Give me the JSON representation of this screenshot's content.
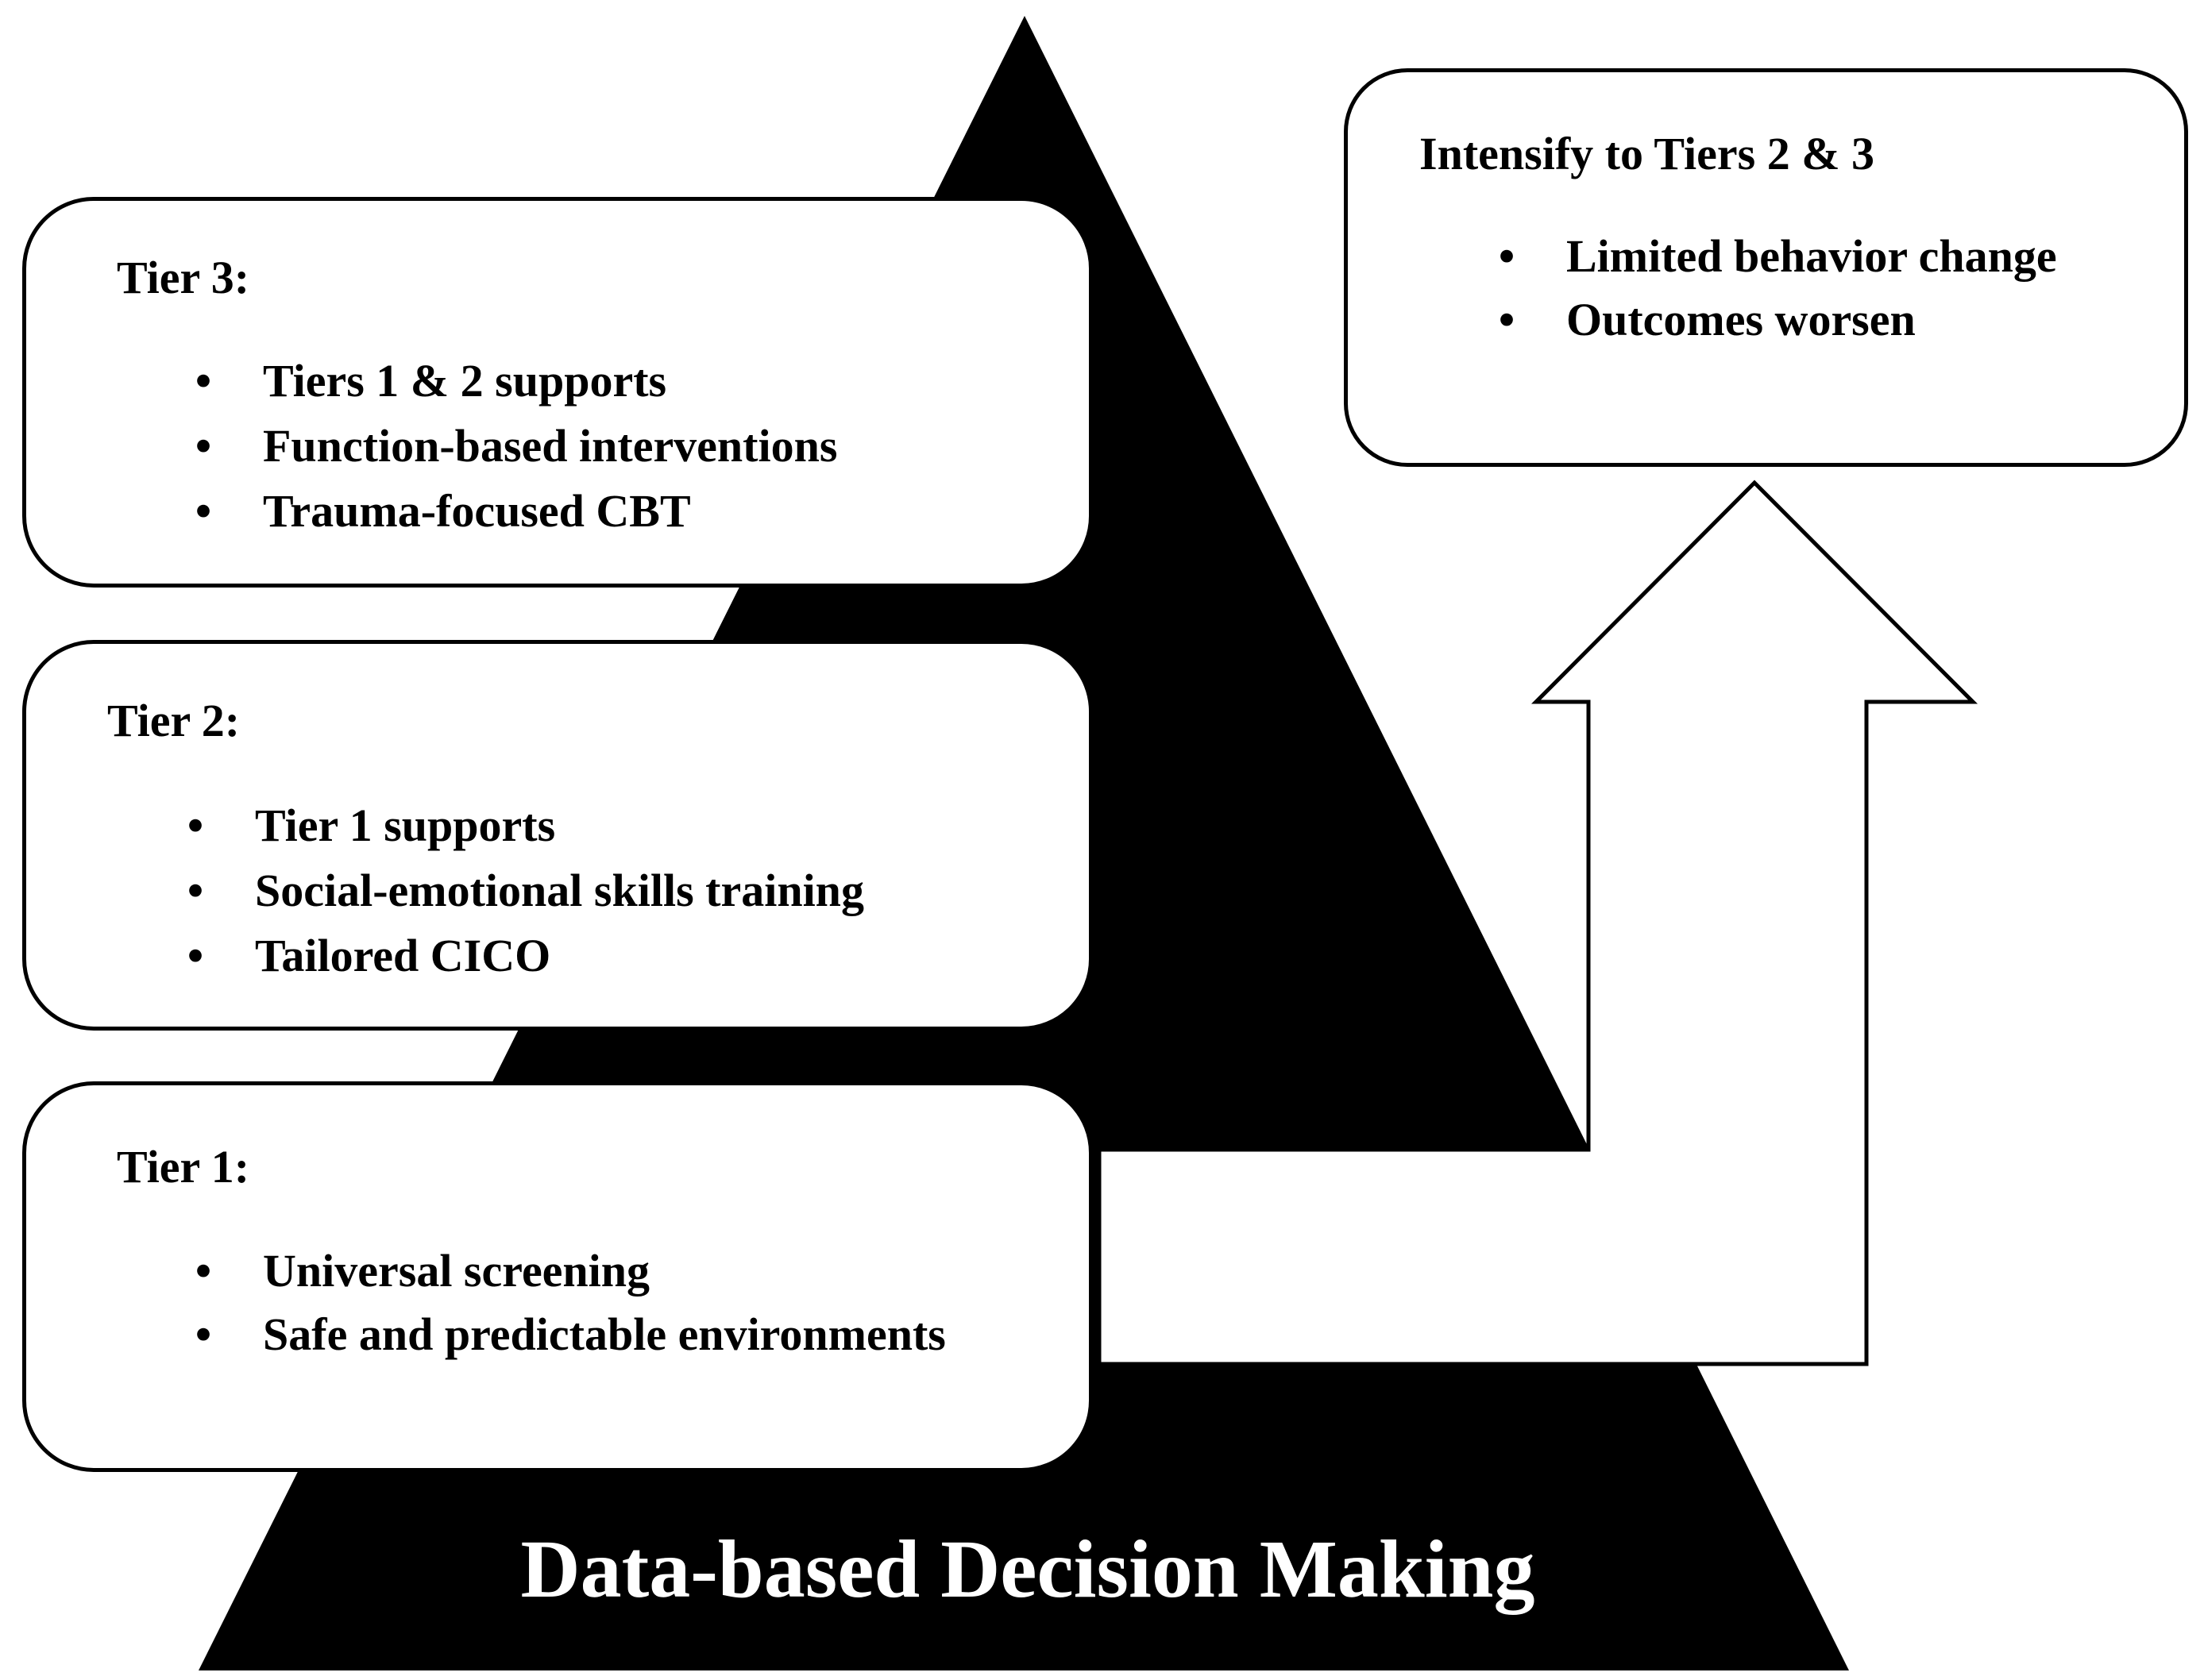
{
  "tiers": {
    "tier3": {
      "title": "Tier 3:",
      "items": [
        "Tiers 1 & 2 supports",
        "Function-based interventions",
        "Trauma-focused CBT"
      ]
    },
    "tier2": {
      "title": "Tier 2:",
      "items": [
        "Tier 1 supports",
        "Social-emotional skills training",
        "Tailored CICO"
      ]
    },
    "tier1": {
      "title": "Tier 1:",
      "items": [
        "Universal screening",
        "Safe and predictable environments"
      ]
    }
  },
  "intensify": {
    "title": "Intensify to Tiers 2 & 3",
    "items": [
      "Limited behavior change",
      "Outcomes worsen"
    ]
  },
  "footer": {
    "label": "Data-based Decision Making"
  },
  "bullet_glyph": "•",
  "colors": {
    "pyramid_fill": "#000000",
    "box_fill": "#ffffff",
    "stroke": "#000000",
    "footer_text": "#ffffff"
  }
}
